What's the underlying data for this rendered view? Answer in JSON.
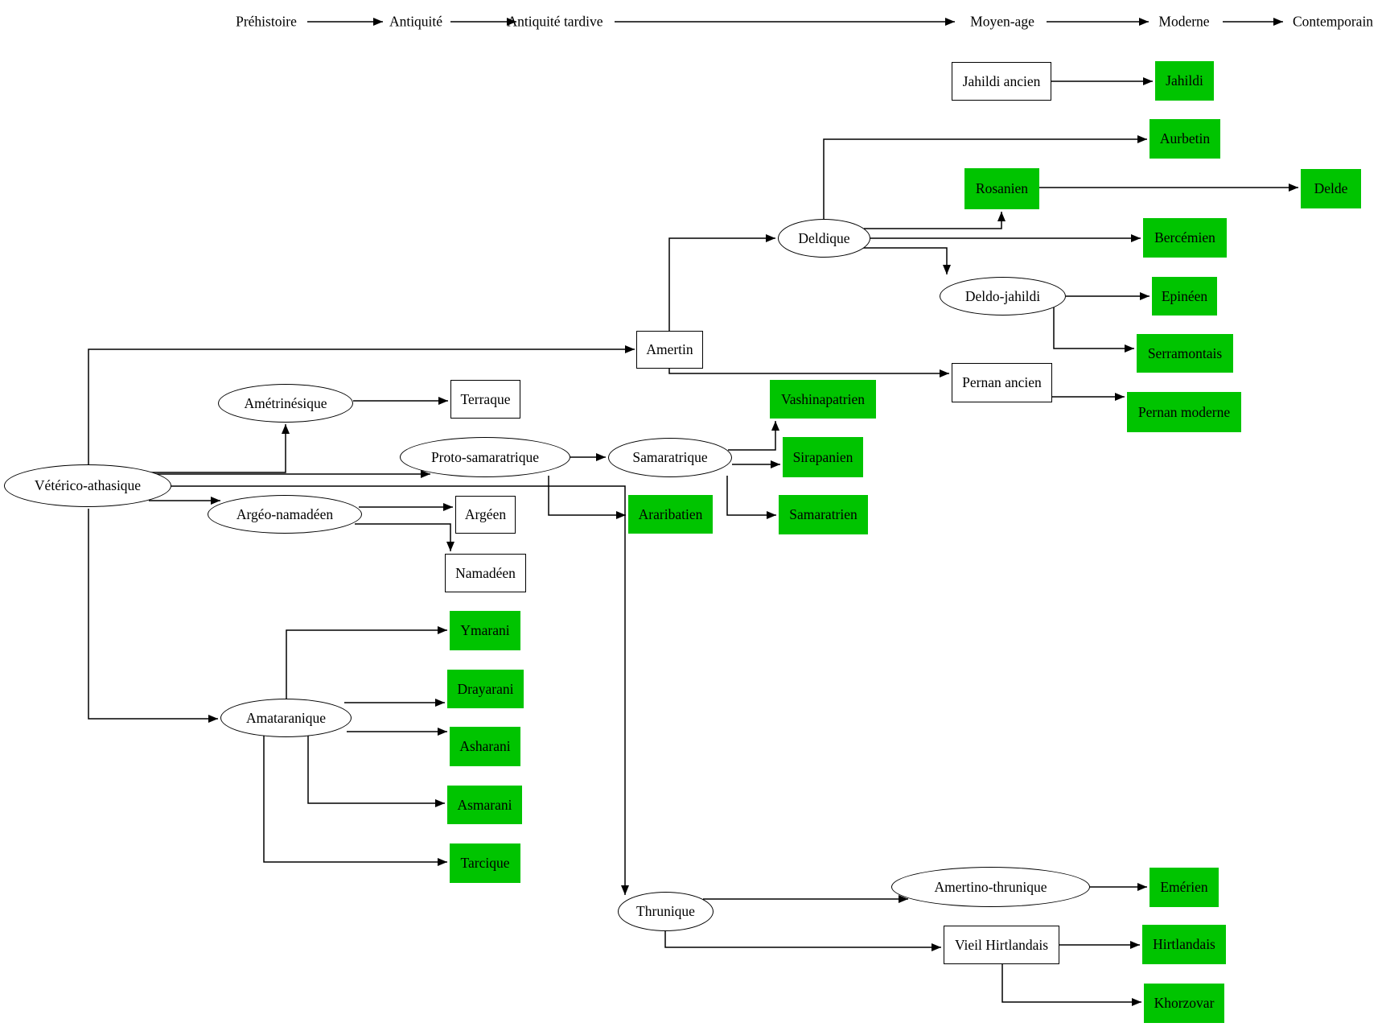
{
  "timeline": {
    "eras": [
      "Préhistoire",
      "Antiquité",
      "Antiquité tardive",
      "Moyen-age",
      "Moderne",
      "Contemporain"
    ]
  },
  "colors": {
    "modern_language_fill": "#00C400",
    "ancient_language_fill": "#FFFFFF",
    "edge_color": "#000000",
    "text_color": "#000000"
  },
  "graph": {
    "nodes": [
      {
        "id": "veterico-athasique",
        "label": "Vétérico-athasique",
        "shape": "ellipse",
        "fill": "white"
      },
      {
        "id": "ametrinesique",
        "label": "Amétrinésique",
        "shape": "ellipse",
        "fill": "white"
      },
      {
        "id": "argeo-namadeen",
        "label": "Argéo-namadéen",
        "shape": "ellipse",
        "fill": "white"
      },
      {
        "id": "amataranique",
        "label": "Amataranique",
        "shape": "ellipse",
        "fill": "white"
      },
      {
        "id": "proto-samaratrique",
        "label": "Proto-samaratrique",
        "shape": "ellipse",
        "fill": "white"
      },
      {
        "id": "samaratrique",
        "label": "Samaratrique",
        "shape": "ellipse",
        "fill": "white"
      },
      {
        "id": "deldique",
        "label": "Deldique",
        "shape": "ellipse",
        "fill": "white"
      },
      {
        "id": "deldo-jahildi",
        "label": "Deldo-jahildi",
        "shape": "ellipse",
        "fill": "white"
      },
      {
        "id": "thrunique",
        "label": "Thrunique",
        "shape": "ellipse",
        "fill": "white"
      },
      {
        "id": "amertino-thrunique",
        "label": "Amertino-thrunique",
        "shape": "ellipse",
        "fill": "white"
      },
      {
        "id": "amertin",
        "label": "Amertin",
        "shape": "box",
        "fill": "white"
      },
      {
        "id": "terraque",
        "label": "Terraque",
        "shape": "box",
        "fill": "white"
      },
      {
        "id": "argeen",
        "label": "Argéen",
        "shape": "box",
        "fill": "white"
      },
      {
        "id": "namadeen",
        "label": "Namadéen",
        "shape": "box",
        "fill": "white"
      },
      {
        "id": "jahildi-ancien",
        "label": "Jahildi ancien",
        "shape": "box",
        "fill": "white"
      },
      {
        "id": "pernan-ancien",
        "label": "Pernan ancien",
        "shape": "box",
        "fill": "white"
      },
      {
        "id": "vieil-hirtlandais",
        "label": "Vieil Hirtlandais",
        "shape": "box",
        "fill": "white"
      },
      {
        "id": "jahildi",
        "label": "Jahildi",
        "shape": "box",
        "fill": "green"
      },
      {
        "id": "aurbetin",
        "label": "Aurbetin",
        "shape": "box",
        "fill": "green"
      },
      {
        "id": "rosanien",
        "label": "Rosanien",
        "shape": "box",
        "fill": "green"
      },
      {
        "id": "delde",
        "label": "Delde",
        "shape": "box",
        "fill": "green"
      },
      {
        "id": "bercemien",
        "label": "Bercémien",
        "shape": "box",
        "fill": "green"
      },
      {
        "id": "epineen",
        "label": "Epinéen",
        "shape": "box",
        "fill": "green"
      },
      {
        "id": "serramontais",
        "label": "Serramontais",
        "shape": "box",
        "fill": "green"
      },
      {
        "id": "pernan-moderne",
        "label": "Pernan moderne",
        "shape": "box",
        "fill": "green"
      },
      {
        "id": "vashinapatrien",
        "label": "Vashinapatrien",
        "shape": "box",
        "fill": "green"
      },
      {
        "id": "sirapanien",
        "label": "Sirapanien",
        "shape": "box",
        "fill": "green"
      },
      {
        "id": "samaratrien",
        "label": "Samaratrien",
        "shape": "box",
        "fill": "green"
      },
      {
        "id": "araribatien",
        "label": "Araribatien",
        "shape": "box",
        "fill": "green"
      },
      {
        "id": "ymarani",
        "label": "Ymarani",
        "shape": "box",
        "fill": "green"
      },
      {
        "id": "drayarani",
        "label": "Drayarani",
        "shape": "box",
        "fill": "green"
      },
      {
        "id": "asharani",
        "label": "Asharani",
        "shape": "box",
        "fill": "green"
      },
      {
        "id": "asmarani",
        "label": "Asmarani",
        "shape": "box",
        "fill": "green"
      },
      {
        "id": "tarcique",
        "label": "Tarcique",
        "shape": "box",
        "fill": "green"
      },
      {
        "id": "emerien",
        "label": "Emérien",
        "shape": "box",
        "fill": "green"
      },
      {
        "id": "hirtlandais",
        "label": "Hirtlandais",
        "shape": "box",
        "fill": "green"
      },
      {
        "id": "khorzovar",
        "label": "Khorzovar",
        "shape": "box",
        "fill": "green"
      }
    ],
    "edges": [
      {
        "from": "veterico-athasique",
        "to": "amertin"
      },
      {
        "from": "veterico-athasique",
        "to": "ametrinesique"
      },
      {
        "from": "veterico-athasique",
        "to": "proto-samaratrique"
      },
      {
        "from": "veterico-athasique",
        "to": "thrunique"
      },
      {
        "from": "veterico-athasique",
        "to": "argeo-namadeen"
      },
      {
        "from": "veterico-athasique",
        "to": "amataranique"
      },
      {
        "from": "ametrinesique",
        "to": "terraque"
      },
      {
        "from": "argeo-namadeen",
        "to": "argeen"
      },
      {
        "from": "argeo-namadeen",
        "to": "namadeen"
      },
      {
        "from": "amataranique",
        "to": "ymarani"
      },
      {
        "from": "amataranique",
        "to": "drayarani"
      },
      {
        "from": "amataranique",
        "to": "asharani"
      },
      {
        "from": "amataranique",
        "to": "asmarani"
      },
      {
        "from": "amataranique",
        "to": "tarcique"
      },
      {
        "from": "proto-samaratrique",
        "to": "samaratrique"
      },
      {
        "from": "proto-samaratrique",
        "to": "araribatien"
      },
      {
        "from": "samaratrique",
        "to": "vashinapatrien"
      },
      {
        "from": "samaratrique",
        "to": "sirapanien"
      },
      {
        "from": "samaratrique",
        "to": "samaratrien"
      },
      {
        "from": "amertin",
        "to": "deldique"
      },
      {
        "from": "amertin",
        "to": "pernan-ancien"
      },
      {
        "from": "deldique",
        "to": "aurbetin"
      },
      {
        "from": "deldique",
        "to": "rosanien"
      },
      {
        "from": "deldique",
        "to": "bercemien"
      },
      {
        "from": "deldique",
        "to": "deldo-jahildi"
      },
      {
        "from": "deldo-jahildi",
        "to": "epineen"
      },
      {
        "from": "deldo-jahildi",
        "to": "serramontais"
      },
      {
        "from": "jahildi-ancien",
        "to": "jahildi"
      },
      {
        "from": "rosanien",
        "to": "delde"
      },
      {
        "from": "pernan-ancien",
        "to": "pernan-moderne"
      },
      {
        "from": "thrunique",
        "to": "amertino-thrunique"
      },
      {
        "from": "thrunique",
        "to": "vieil-hirtlandais"
      },
      {
        "from": "amertino-thrunique",
        "to": "emerien"
      },
      {
        "from": "vieil-hirtlandais",
        "to": "hirtlandais"
      },
      {
        "from": "vieil-hirtlandais",
        "to": "khorzovar"
      }
    ]
  }
}
